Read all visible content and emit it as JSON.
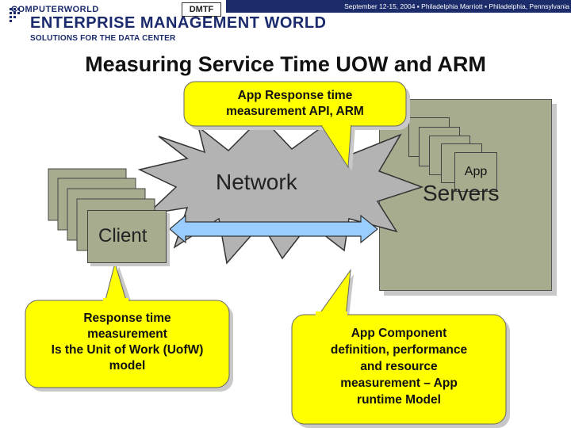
{
  "header": {
    "brand_top": "COMPUTERWORLD",
    "brand_main": "ENTERPRISE MANAGEMENT WORLD",
    "brand_sub": "SOLUTIONS FOR THE DATA CENTER",
    "partner_logo": "DMTF",
    "conference": "September 12-15, 2004 ▪ Philadelphia Marriott ▪ Philadelphia, Pennsylvania"
  },
  "slide": {
    "title": "Measuring Service Time UOW and ARM"
  },
  "diagram": {
    "network_label": "Network",
    "client_label": "Client",
    "servers_label": "Servers",
    "app_label": "App"
  },
  "callouts": {
    "api": [
      "App Response time",
      "measurement API, ARM"
    ],
    "uow": [
      "Response time",
      "measurement",
      "Is the Unit of Work (UofW)",
      "model"
    ],
    "app_model": [
      "App Component",
      "definition, performance",
      "and resource",
      "measurement – App",
      "runtime Model"
    ]
  },
  "colors": {
    "callout_fill": "#ffff00",
    "box_fill": "#a8ac8e",
    "network_fill": "#b3b3b3",
    "arrow_fill": "#99ccff",
    "brand_blue": "#1a2a6c"
  }
}
